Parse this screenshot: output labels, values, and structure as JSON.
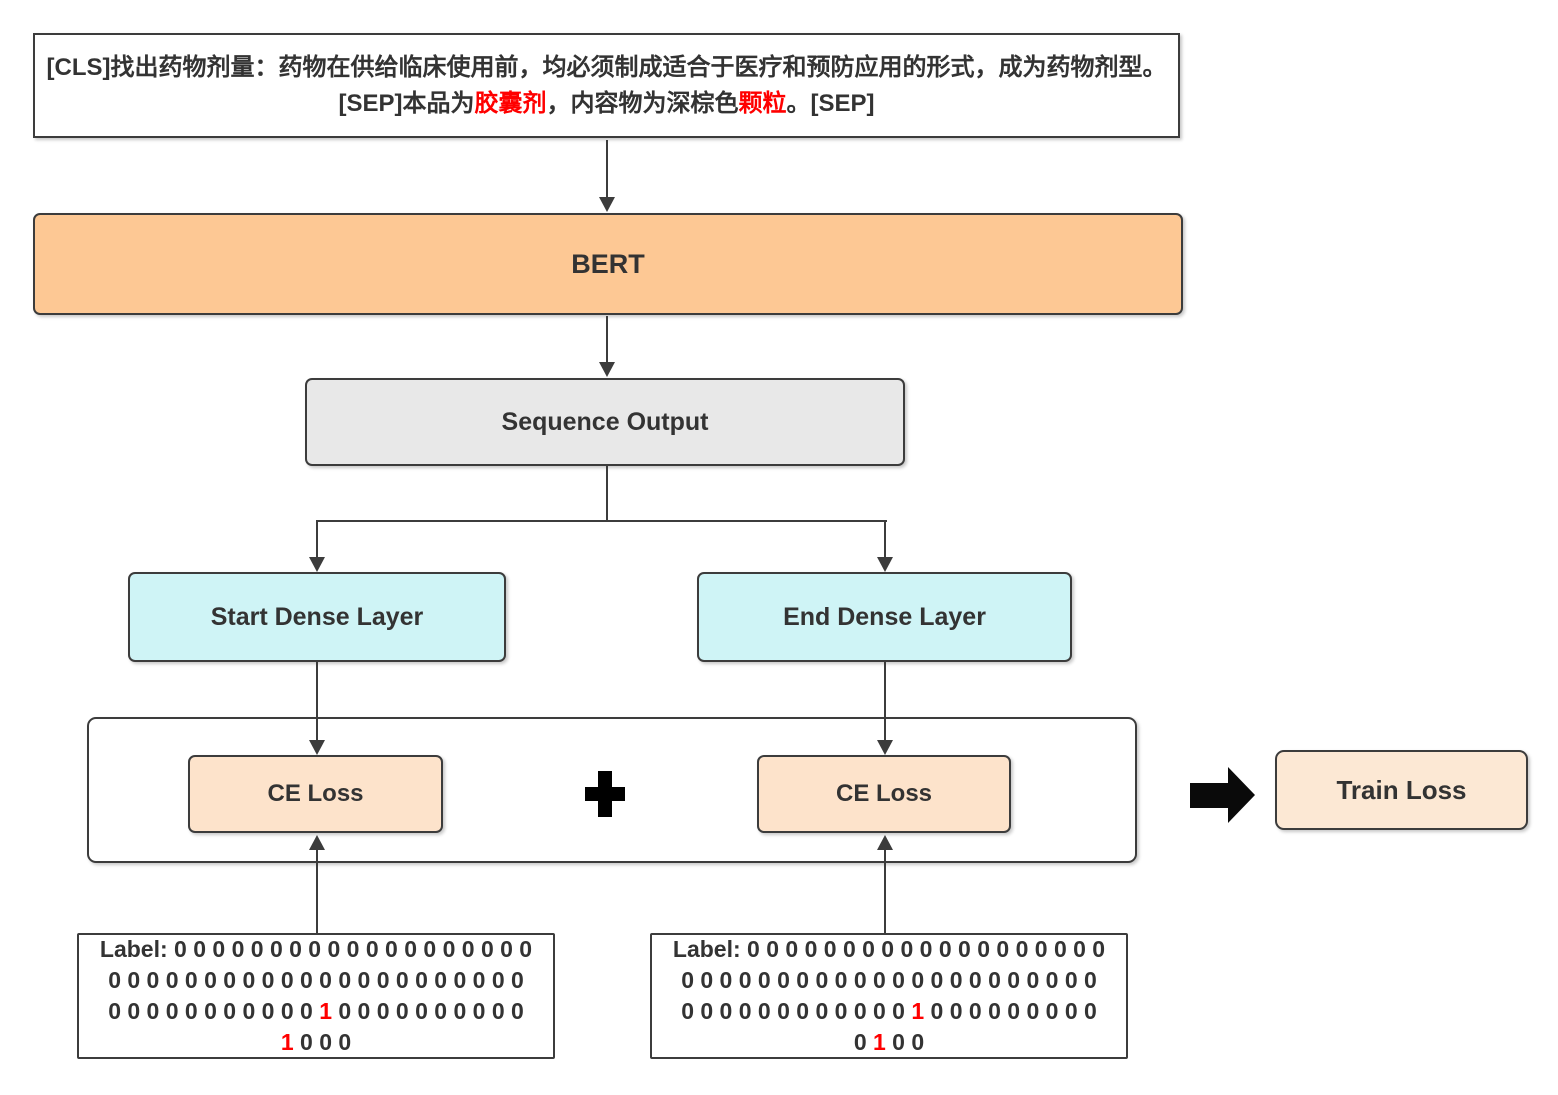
{
  "colors": {
    "bert_fill": "#FDC894",
    "sequence_output_fill": "#E8E8E8",
    "dense_layer_fill": "#CFF4F6",
    "ce_loss_fill": "#FDE3CB",
    "train_loss_fill": "#FCE8D4",
    "highlight_red": "#FF0000",
    "line_color": "#3C3C3C"
  },
  "input_sequence": {
    "line1": "[CLS]找出药物剂量：药物在供给临床使用前，均必须制成适合于医疗和预防应用的形式，成为药物剂型。",
    "line2_part1": "[SEP]本品为",
    "line2_highlight1": "胶囊剂",
    "line2_part2": "，内容物为深棕色",
    "line2_highlight2": "颗粒",
    "line2_part3": "。[SEP]"
  },
  "nodes": {
    "bert": "BERT",
    "sequence_output": "Sequence Output",
    "start_dense_layer": "Start Dense Layer",
    "end_dense_layer": "End Dense Layer",
    "ce_loss_start": "CE Loss",
    "ce_loss_end": "CE Loss",
    "plus_operator": "+",
    "train_loss": "Train Loss"
  },
  "start_label": {
    "prefix": "Label: ",
    "line1": "0 0 0 0 0 0 0 0 0 0 0 0 0 0 0 0 0 0 0",
    "line2": "0 0 0 0 0 0 0 0 0 0 0 0 0 0 0 0 0 0 0 0 0 0",
    "line3_pre": "0 0 0 0 0 0 0 0 0 0 0 ",
    "line3_highlight": "1",
    "line3_post": " 0 0 0 0 0 0 0 0 0 0",
    "line4_pre": "",
    "line4_highlight": "1",
    "line4_post": " 0 0 0"
  },
  "end_label": {
    "prefix": "Label: ",
    "line1": "0 0 0 0 0 0 0 0 0 0 0 0 0 0 0 0 0 0 0",
    "line2": "0 0 0 0 0 0 0 0 0 0 0 0 0 0 0 0 0 0 0 0 0 0",
    "line3_pre": "0 0 0 0 0 0 0 0 0 0 0 0 ",
    "line3_highlight": "1",
    "line3_post": " 0 0 0 0 0 0 0 0 0",
    "line4_pre": "0 ",
    "line4_highlight": "1",
    "line4_post": " 0 0"
  }
}
